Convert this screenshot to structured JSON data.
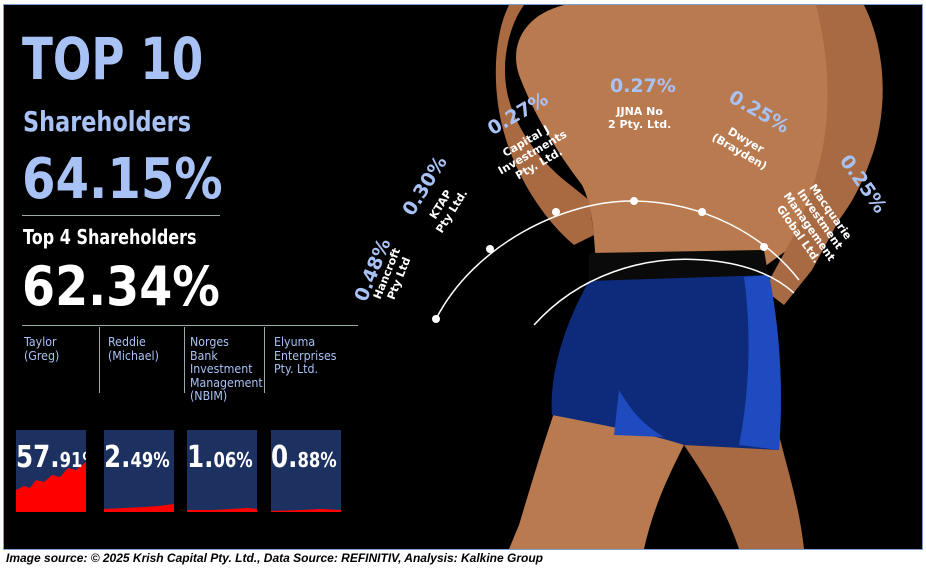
{
  "headline": {
    "title": "TOP 10",
    "subtitle": "Shareholders",
    "top10_pct": "64.15%",
    "top4_label": "Top 4 Shareholders",
    "top4_pct": "62.34%"
  },
  "top4": [
    {
      "name": "Taylor (Greg)",
      "pct_main": "57.",
      "pct_small": "91%"
    },
    {
      "name": "Reddie (Michael)",
      "pct_main": "2.",
      "pct_small": "49%"
    },
    {
      "name": "Norges Bank Investment Management (NBIM)",
      "pct_main": "1.",
      "pct_small": "06%"
    },
    {
      "name": "Elyuma Enterprises Pty. Ltd.",
      "pct_main": "0.",
      "pct_small": "88%"
    }
  ],
  "others": [
    {
      "name": "Hancroft Pty Ltd",
      "pct": "0.48%"
    },
    {
      "name": "KTAP Pty Ltd.",
      "pct": "0.30%"
    },
    {
      "name": "Capital J Investments Pty. Ltd.",
      "pct": "0.27%"
    },
    {
      "name": "JJNA No 2 Pty. Ltd.",
      "pct": "0.27%"
    },
    {
      "name": "Dwyer (Brayden)",
      "pct": "0.25%"
    },
    {
      "name": "Macquarie Investment Management Global Ltd.",
      "pct": "0.25%"
    }
  ],
  "chart_data": {
    "type": "bar",
    "title": "TOP 10 Shareholders",
    "categories": [
      "Taylor (Greg)",
      "Reddie (Michael)",
      "Norges Bank Investment Management (NBIM)",
      "Elyuma Enterprises Pty. Ltd.",
      "Hancroft Pty Ltd",
      "KTAP Pty Ltd.",
      "Capital J Investments Pty. Ltd.",
      "JJNA No 2 Pty. Ltd.",
      "Dwyer (Brayden)",
      "Macquarie Investment Management Global Ltd."
    ],
    "values": [
      57.91,
      2.49,
      1.06,
      0.88,
      0.48,
      0.3,
      0.27,
      0.27,
      0.25,
      0.25
    ],
    "unit": "%"
  },
  "colors": {
    "background": "#000000",
    "accent_blue": "#a9c2f5",
    "box_navy": "#1d3161",
    "highlight_red": "#ff0000",
    "skin": "#b97a4f",
    "shorts": "#0e2a7a"
  },
  "footer": "Image source: © 2025 Krish Capital Pty. Ltd., Data Source: REFINITIV, Analysis: Kalkine Group"
}
